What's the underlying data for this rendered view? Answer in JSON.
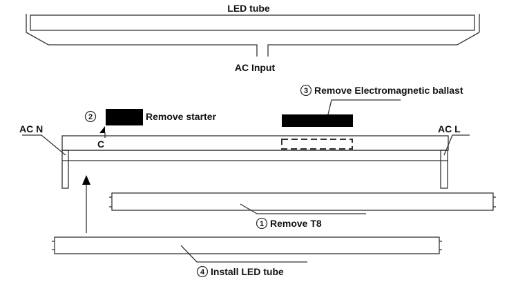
{
  "labels": {
    "led_tube_top": "LED tube",
    "ac_input": "AC Input",
    "ac_n": "AC N",
    "ac_l": "AC L",
    "remove_starter": "Remove starter",
    "starter_part": "C",
    "remove_ballast": "Remove Electromagnetic ballast",
    "remove_t8": "Remove T8",
    "install_led": "Install LED tube"
  },
  "steps": {
    "remove_t8": "1",
    "remove_starter": "2",
    "remove_ballast": "3",
    "install_led": "4"
  },
  "colors": {
    "line": "#333333",
    "component_fill": "#000000",
    "background": "#ffffff"
  }
}
